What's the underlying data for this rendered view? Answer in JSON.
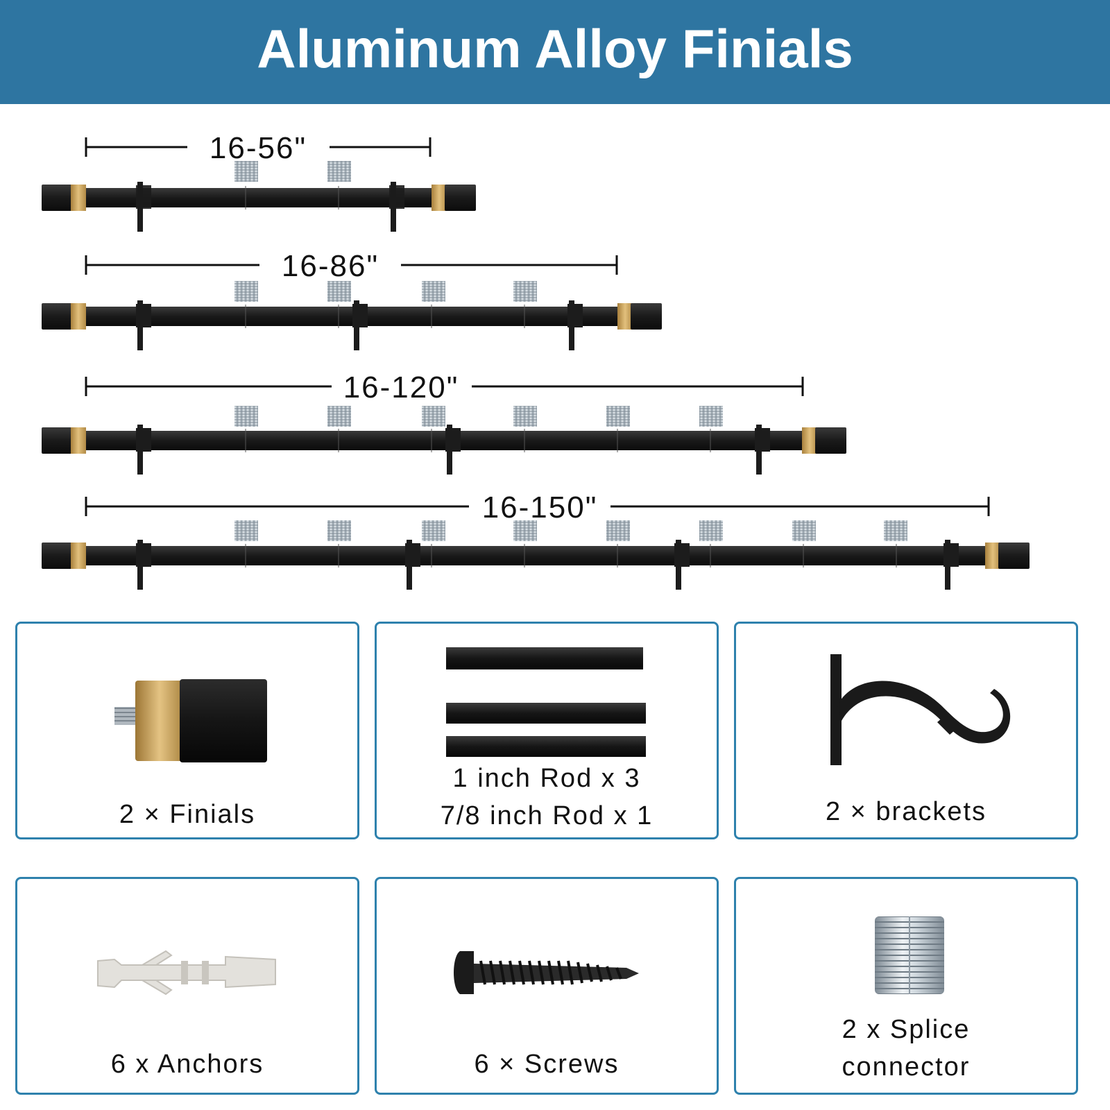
{
  "header": {
    "title": "Aluminum Alloy Finials"
  },
  "rods": [
    {
      "length_label": "16-56\""
    },
    {
      "length_label": "16-86\""
    },
    {
      "length_label": "16-120\""
    },
    {
      "length_label": "16-150\""
    }
  ],
  "parts": [
    {
      "caption_lines": [
        "2 × Finials"
      ],
      "icon": "finial-icon"
    },
    {
      "caption_lines": [
        "1 inch Rod x 3",
        "7/8 inch Rod x 1"
      ],
      "icon": "rods-icon"
    },
    {
      "caption_lines": [
        "2 × brackets"
      ],
      "icon": "bracket-icon"
    },
    {
      "caption_lines": [
        "6 x Anchors"
      ],
      "icon": "anchor-icon"
    },
    {
      "caption_lines": [
        "6 × Screws"
      ],
      "icon": "screw-icon"
    },
    {
      "caption_lines": [
        "2 x Splice",
        "connector"
      ],
      "icon": "splice-connector-icon"
    }
  ],
  "colors": {
    "banner": "#2e75a1",
    "panel_border": "#2e81ad",
    "rod": "#1c1c1c",
    "gold": "#c9a15a",
    "steel": "#b8c2ca"
  }
}
